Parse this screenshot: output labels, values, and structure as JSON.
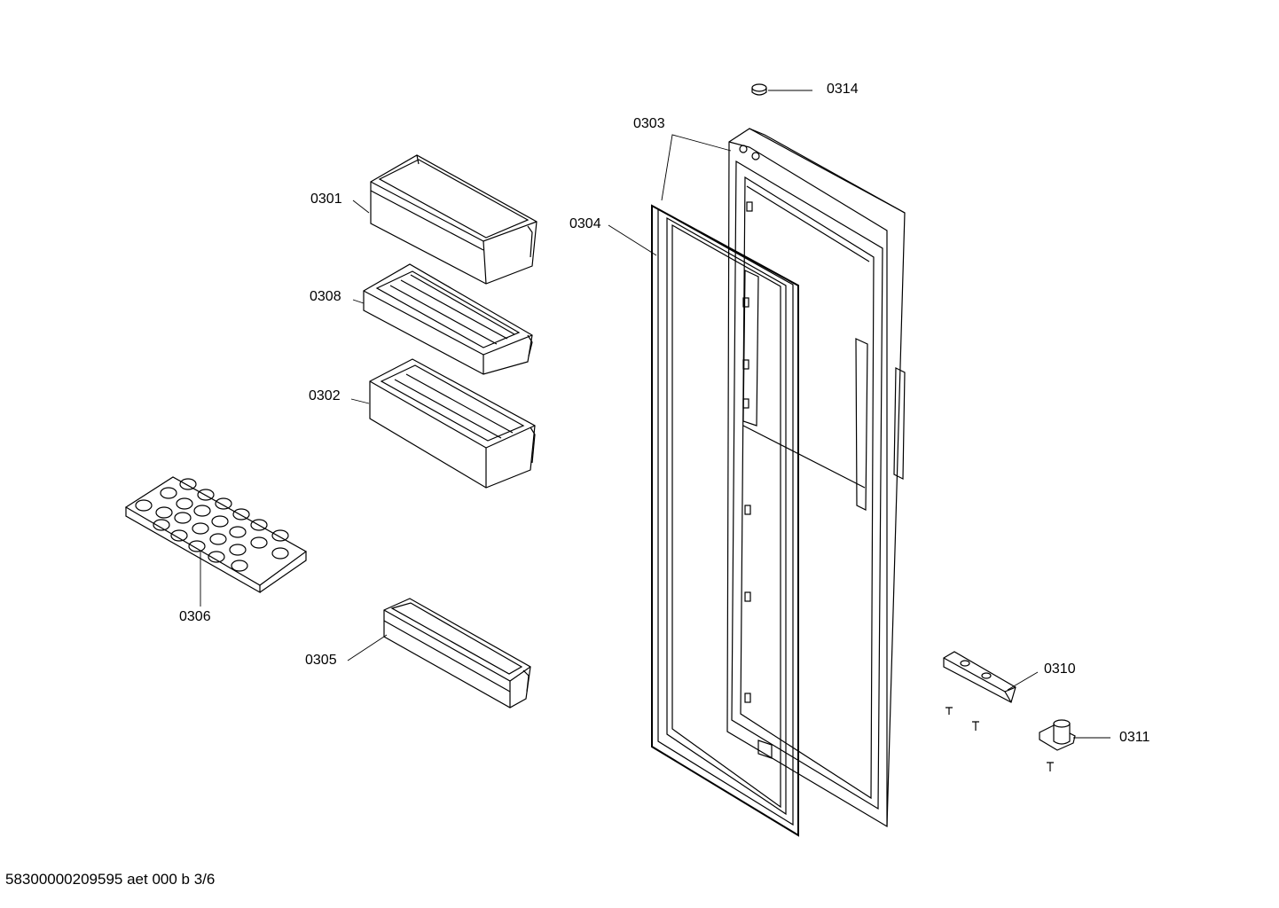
{
  "parts": [
    {
      "id": "0314",
      "label": "0314",
      "name": "cap"
    },
    {
      "id": "0303",
      "label": "0303",
      "name": "inner-door-liner"
    },
    {
      "id": "0304",
      "label": "0304",
      "name": "door-gasket"
    },
    {
      "id": "0301",
      "label": "0301",
      "name": "door-bin-with-lid"
    },
    {
      "id": "0308",
      "label": "0308",
      "name": "shallow-door-shelf"
    },
    {
      "id": "0302",
      "label": "0302",
      "name": "deep-door-shelf"
    },
    {
      "id": "0306",
      "label": "0306",
      "name": "egg-tray"
    },
    {
      "id": "0305",
      "label": "0305",
      "name": "bottle-shelf"
    },
    {
      "id": "0310",
      "label": "0310",
      "name": "hinge-bracket"
    },
    {
      "id": "0311",
      "label": "0311",
      "name": "hinge-pin"
    }
  ],
  "footer": {
    "text": "58300000209595 aet 000 b 3/6"
  }
}
